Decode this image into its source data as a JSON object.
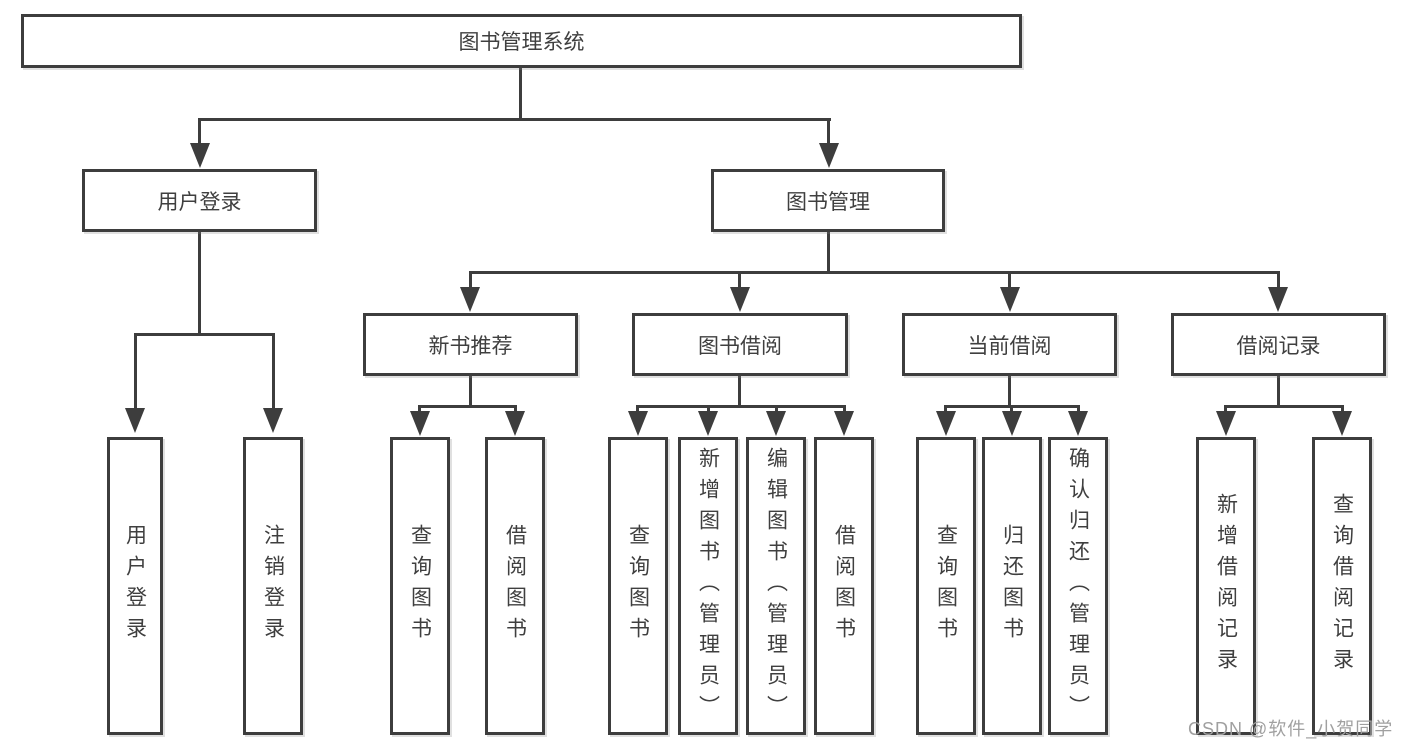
{
  "meta": {
    "background_color": "#ffffff",
    "line_color": "#3d3d3d",
    "text_color": "#3f3f3f",
    "watermark_color": "#a0a0a0"
  },
  "watermark": "CSDN @软件_小贺同学",
  "tree": {
    "label": "图书管理系统",
    "children": [
      {
        "label": "用户登录",
        "children": [
          {
            "label": "用户登录"
          },
          {
            "label": "注销登录"
          }
        ]
      },
      {
        "label": "图书管理",
        "children": [
          {
            "label": "新书推荐",
            "children": [
              {
                "label": "查询图书"
              },
              {
                "label": "借阅图书"
              }
            ]
          },
          {
            "label": "图书借阅",
            "children": [
              {
                "label": "查询图书"
              },
              {
                "label": "新增图书（管理员）"
              },
              {
                "label": "编辑图书（管理员）"
              },
              {
                "label": "借阅图书"
              }
            ]
          },
          {
            "label": "当前借阅",
            "children": [
              {
                "label": "查询图书"
              },
              {
                "label": "归还图书"
              },
              {
                "label": "确认归还（管理员）"
              }
            ]
          },
          {
            "label": "借阅记录",
            "children": [
              {
                "label": "新增借阅记录"
              },
              {
                "label": "查询借阅记录"
              }
            ]
          }
        ]
      }
    ]
  }
}
